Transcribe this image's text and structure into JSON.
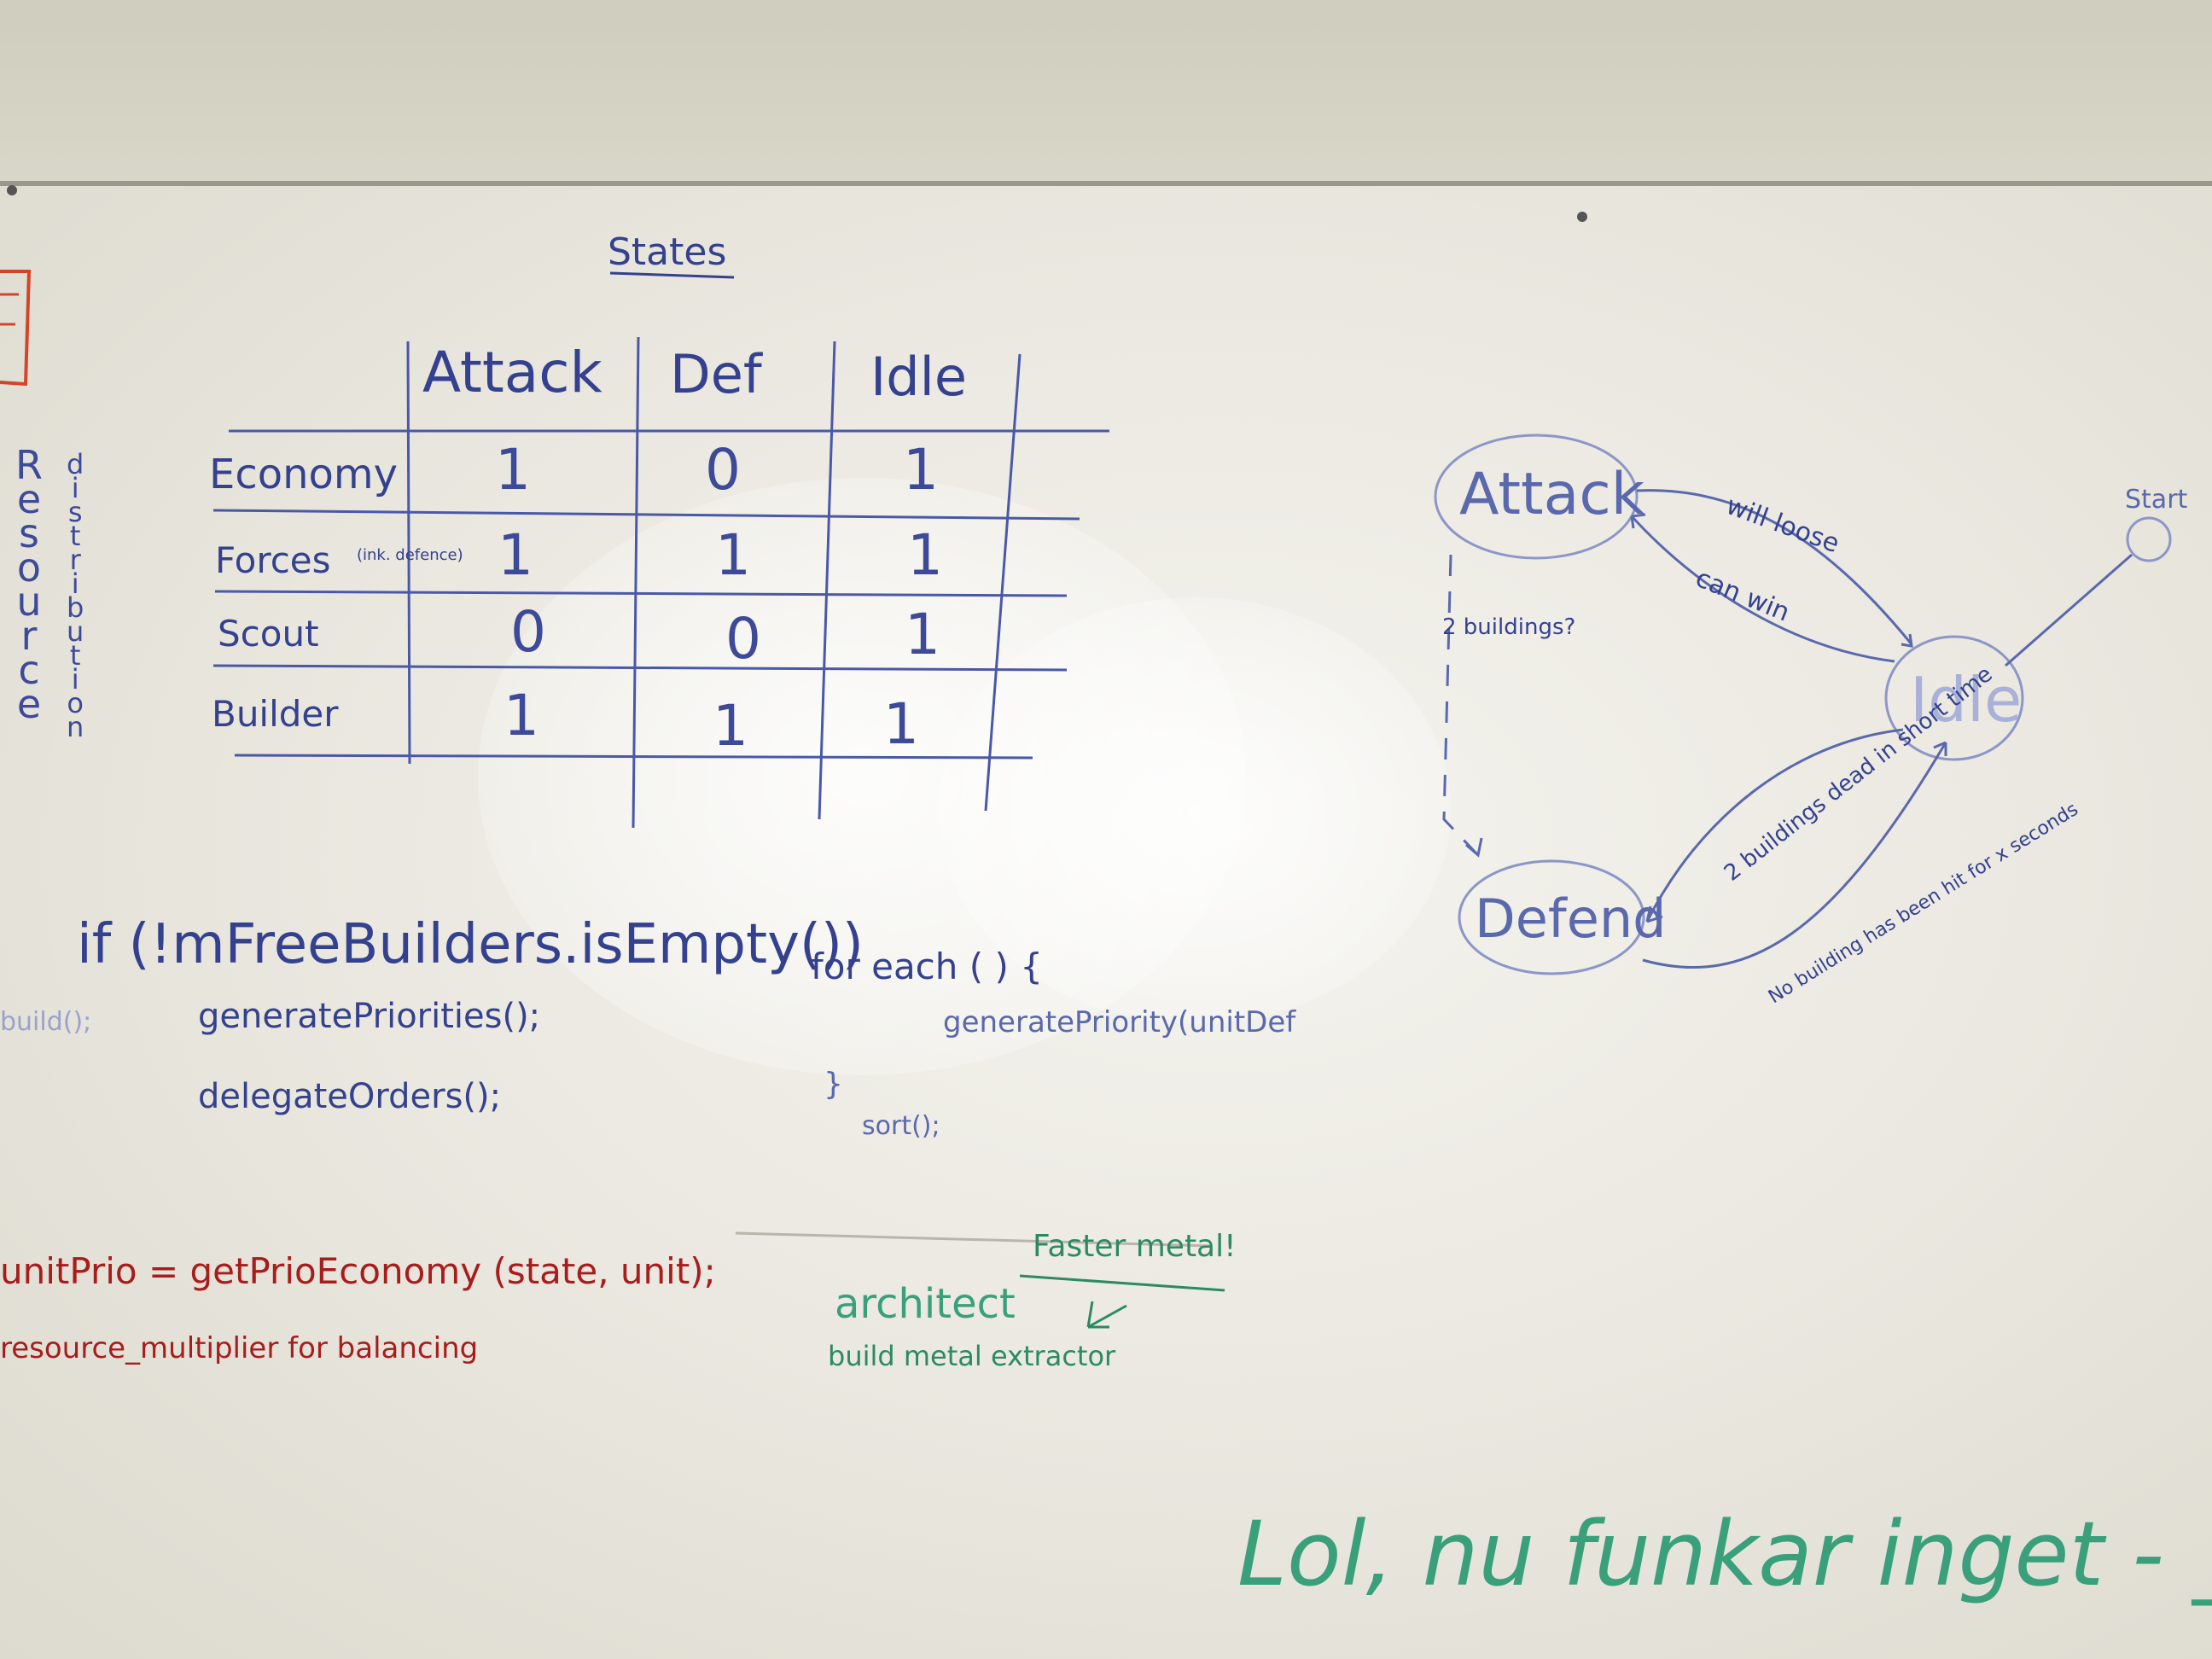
{
  "table": {
    "title": "States",
    "columns": [
      "Attack",
      "Def",
      "Idle"
    ],
    "rows": [
      {
        "label": "Economy",
        "values": [
          "1",
          "0",
          "1"
        ]
      },
      {
        "label": "Forces",
        "note": "(ink. defence)",
        "values": [
          "1",
          "1",
          "1"
        ]
      },
      {
        "label": "Scout",
        "values": [
          "0",
          "0",
          "1"
        ]
      },
      {
        "label": "Builder",
        "values": [
          "1",
          "1",
          "1"
        ]
      }
    ],
    "side_labels": [
      "Resource",
      "distribution"
    ]
  },
  "state_diagram": {
    "states": [
      "Attack",
      "Idle",
      "Defend"
    ],
    "start_label": "Start",
    "transitions": {
      "attack_to_idle": "will loose",
      "idle_to_attack": "can win",
      "attack_to_defend": "2 buildings?",
      "idle_to_defend": "2 buildings dead in short time",
      "defend_to_idle": "No building has been hit for x seconds"
    }
  },
  "code_left": {
    "line1": "if (!mFreeBuilders.isEmpty())",
    "line2": "generatePriorities();",
    "line3": "delegateOrders();",
    "edge": "build();"
  },
  "code_middle": {
    "line1": "for each (      ) {",
    "line2": "generatePriority(unitDef",
    "line3": "}",
    "line4": "sort();"
  },
  "red_notes": {
    "line1": "unitPrio = getPrioEconomy (state, unit);",
    "line2": "resource_multiplier for balancing"
  },
  "green_notes": {
    "faster": "Faster metal!",
    "architect": "architect",
    "build": "build metal extractor",
    "bottom": "Lol, nu funkar inget - _ -"
  }
}
